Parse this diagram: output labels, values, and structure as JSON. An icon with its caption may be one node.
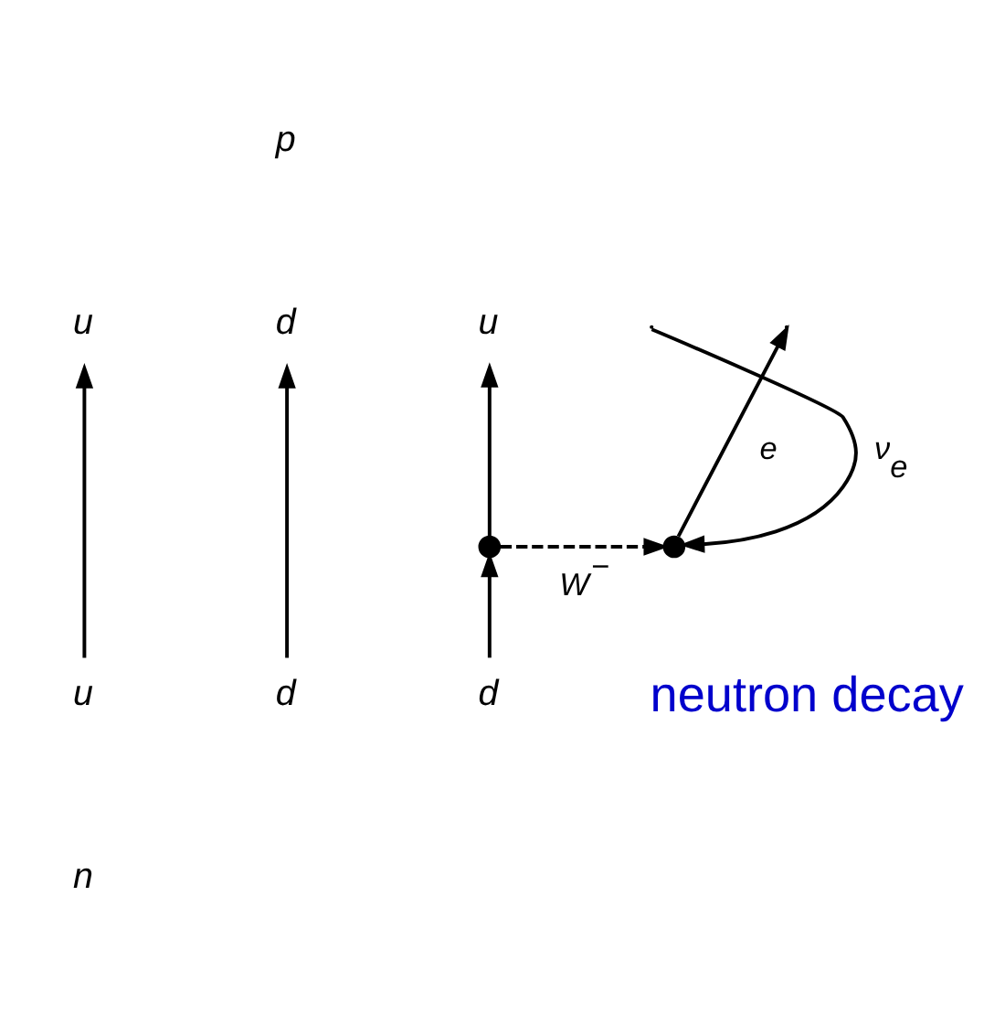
{
  "diagram": {
    "nodes": [
      {
        "text": [
          "u"
        ]
      },
      {
        "text": [
          "d"
        ]
      },
      {
        "text": [
          "u"
        ]
      },
      {
        "text": [],
        "shape": "circle"
      },
      {
        "text": [],
        "shape": "circle"
      },
      {
        "text": [
          "u"
        ]
      },
      {
        "text": [
          "d"
        ]
      },
      {
        "text": [
          "d"
        ]
      }
    ],
    "edges": [
      {
        "from": 5,
        "to": 0,
        "arrow": "to"
      },
      {
        "from": 6,
        "to": 1,
        "arrow": "to"
      },
      {
        "from": 7,
        "to": 3,
        "arrow": "to"
      },
      {
        "from": 3,
        "to": 2,
        "arrow": "to"
      },
      {
        "from": 3,
        "to": 4,
        "arrow": "to",
        "style": "dashed",
        "label": "W$^{−}$"
      },
      {
        "from": null,
        "to": 4,
        "arrow": "to",
        "label": "ν$_{e}$"
      },
      {
        "from": 4,
        "to": null,
        "arrow": "to",
        "label": "e"
      }
    ],
    "labels": [
      "p",
      "n",
      "neutron decay"
    ]
  }
}
